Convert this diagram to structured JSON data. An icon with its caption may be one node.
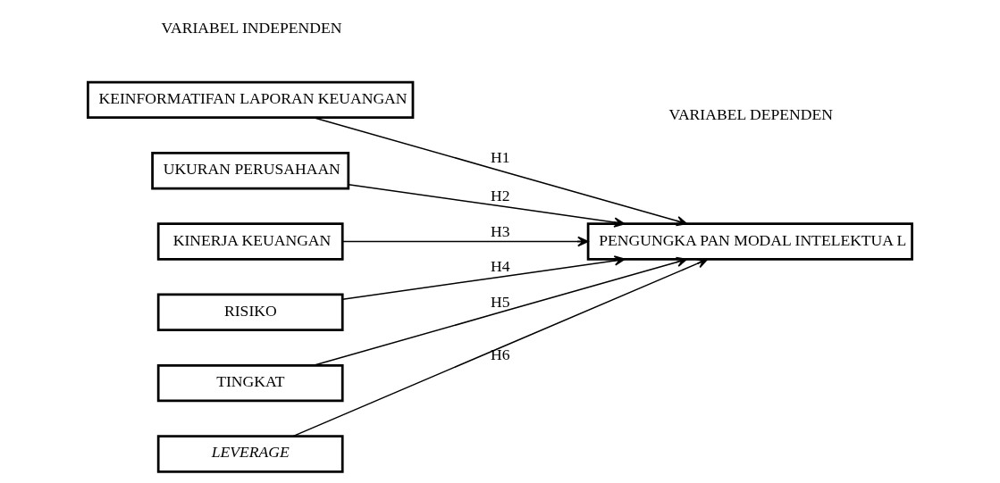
{
  "diagram": {
    "nodes": [
      {
        "text": [
          "KEINFORMATIFAN LAPORAN KEUANGAN"
        ]
      },
      {
        "text": [
          "UKURAN PERUSAHAAN"
        ]
      },
      {
        "text": [
          "KINERJA KEUANGAN"
        ]
      },
      {
        "text": [
          "RISIKO"
        ]
      },
      {
        "text": [
          "TINGKAT"
        ]
      },
      {
        "text": [
          "LEVERAGE"
        ]
      },
      {
        "text": [
          "PENGUNGKA PAN MODAL INTELEKTUA L"
        ]
      }
    ],
    "edges": [
      {
        "from": 0,
        "to": 6,
        "arrow": "to",
        "label": "H1"
      },
      {
        "from": 1,
        "to": 6,
        "arrow": "to",
        "label": "H2"
      },
      {
        "from": 2,
        "to": 6,
        "arrow": "to",
        "label": "H3"
      },
      {
        "from": 3,
        "to": 6,
        "arrow": "to",
        "label": "H4"
      },
      {
        "from": 4,
        "to": 6,
        "arrow": "to",
        "label": "H5"
      },
      {
        "from": 5,
        "to": 6,
        "arrow": "to",
        "label": "H6"
      }
    ],
    "labels": [
      "VARIABEL INDEPENDEN",
      "VARIABEL DEPENDEN"
    ]
  }
}
